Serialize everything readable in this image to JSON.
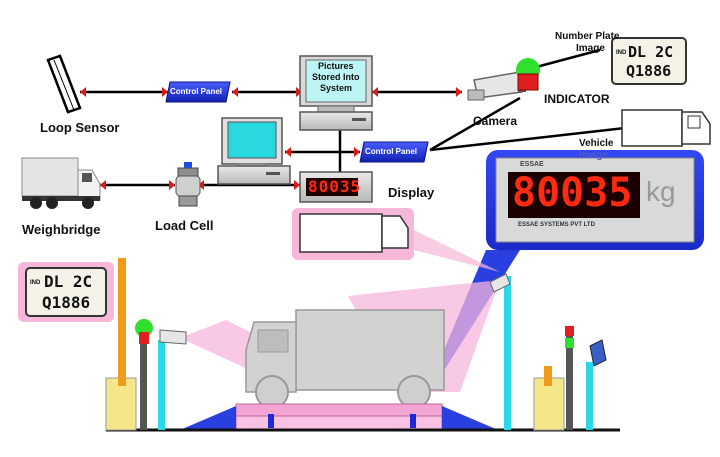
{
  "labels": {
    "loop_sensor": "Loop Sensor",
    "weighbridge": "Weighbridge",
    "load_cell": "Load Cell",
    "control_panel_1": "Control Panel",
    "control_panel_2": "Control Panel",
    "pictures_line1": "Pictures",
    "pictures_line2": "Stored Into",
    "pictures_line3": "System",
    "display": "Display",
    "camera": "Camera",
    "indicator": "INDICATOR",
    "number_plate_line1": "Number Plate",
    "number_plate_line2": "Image",
    "vehicle_line1": "Vehicle",
    "vehicle_line2": "Image"
  },
  "plate": {
    "line1": "DL 2C",
    "line2": "Q1886",
    "side_mark": "IND"
  },
  "indicator_display": {
    "value": "80035",
    "unit": "kg",
    "maker": "ESSAE",
    "company": "ESSAE SYSTEMS PVT LTD"
  },
  "colors": {
    "line": "#000000",
    "connector": "#e01818",
    "control_panel": "#1a2fd6",
    "highlight_blue": "#2a3fe0",
    "highlight_pink": "#f6b7d8",
    "beam_pink": "#f5b6dc",
    "pole_cyan": "#2ad8e8"
  },
  "icons": [
    "loop-sensor-icon",
    "truck-icon",
    "load-cell-icon",
    "computer-icon",
    "monitor-icon",
    "camera-icon",
    "indicator-lamp-icon",
    "barrier-icon"
  ]
}
